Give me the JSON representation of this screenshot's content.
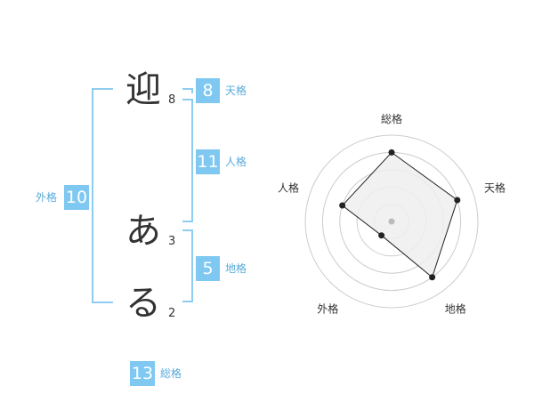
{
  "characters": [
    {
      "char": "迎",
      "strokes": "8"
    },
    {
      "char": "あ",
      "strokes": "3"
    },
    {
      "char": "る",
      "strokes": "2"
    }
  ],
  "fortunes": {
    "tenkaku": {
      "value": "8",
      "label": "天格"
    },
    "jinkaku": {
      "value": "11",
      "label": "人格"
    },
    "chikaku": {
      "value": "5",
      "label": "地格"
    },
    "gaikaku": {
      "value": "10",
      "label": "外格"
    },
    "soukaku": {
      "value": "13",
      "label": "総格"
    }
  },
  "radar": {
    "axes": [
      "総格",
      "天格",
      "地格",
      "外格",
      "人格"
    ],
    "values": [
      0.8,
      0.8,
      0.8,
      0.2,
      0.6
    ],
    "max": 1,
    "colors": {
      "fill": "#efefef",
      "line": "#222222",
      "grid": "#cccccc",
      "center": "#bbbbbb"
    }
  }
}
